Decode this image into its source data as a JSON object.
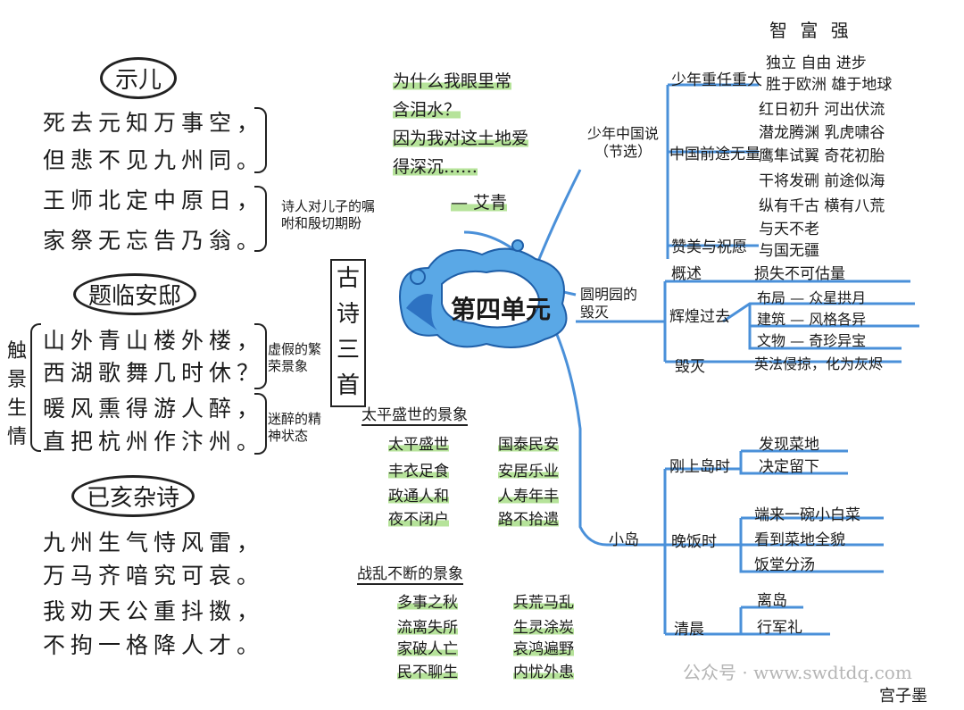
{
  "center": {
    "title": "第四单元",
    "vertical_label": "古诗三首"
  },
  "poem1": {
    "title": "示儿",
    "lines": [
      "死去元知万事空，",
      "但悲不见九州同。",
      "王师北定中原日，",
      "家祭无忘告乃翁。"
    ],
    "note": "诗人对儿子的嘱咐和殷切期盼"
  },
  "poem2": {
    "title": "题临安邸",
    "lines": [
      "山外青山楼外楼，",
      "西湖歌舞几时休？",
      "暖风熏得游人醉，",
      "直把杭州作汴州。"
    ],
    "side": "触景生情",
    "note1": "虚假的繁荣景象",
    "note2": "迷醉的精神状态"
  },
  "poem3": {
    "title": "已亥杂诗",
    "lines": [
      "九州生气恃风雷，",
      "万马齐喑究可哀。",
      "我劝天公重抖擞，",
      "不拘一格降人才。"
    ]
  },
  "quote": {
    "lines": [
      "为什么我眼里常",
      "含泪水？",
      "因为我对这土地爱",
      "得深沉……"
    ],
    "author": "— 艾青"
  },
  "peace": {
    "heading": "太平盛世的景象",
    "left": [
      "太平盛世",
      "丰衣足食",
      "政通人和",
      "夜不闭户"
    ],
    "right": [
      "国泰民安",
      "安居乐业",
      "人寿年丰",
      "路不拾遗"
    ]
  },
  "war": {
    "heading": "战乱不断的景象",
    "left": [
      "多事之秋",
      "流离失所",
      "家破人亡",
      "民不聊生"
    ],
    "right": [
      "兵荒马乱",
      "生灵涂炭",
      "哀鸿遍野",
      "内忧外患"
    ]
  },
  "shaonian": {
    "label": "少年中国说（节选）",
    "b1": "少年重任重大",
    "b1_items": [
      "智 富 强",
      "独立 自由 进步",
      "胜于欧洲 雄于地球"
    ],
    "b2": "中国前途无量",
    "b2_items": [
      "红日初升 河出伏流",
      "潜龙腾渊 乳虎啸谷",
      "鹰隼试翼 奇花初胎",
      "干将发硎 前途似海",
      "纵有千古 横有八荒"
    ],
    "b3": "赞美与祝愿",
    "b3_items": [
      "与天不老",
      "与国无疆"
    ]
  },
  "yuanmingyuan": {
    "label": "圆明园的毁灭",
    "overview": "概述",
    "overview_item": "损失不可估量",
    "glory": "辉煌过去",
    "glory_items": [
      "布局 — 众星拱月",
      "建筑 — 风格各异",
      "文物 — 奇珍异宝"
    ],
    "destroy": "毁灭",
    "destroy_item": "英法侵掠，化为灰烬"
  },
  "island": {
    "label": "小岛",
    "s1": "刚上岛时",
    "s1_items": [
      "发现菜地",
      "决定留下"
    ],
    "s2": "晚饭时",
    "s2_items": [
      "端来一碗小白菜",
      "看到菜地全貌",
      "饭堂分汤"
    ],
    "s3": "清晨",
    "s3_items": [
      "离岛",
      "行军礼"
    ]
  },
  "watermark": {
    "text": "公众号 · www.swdtdq.com",
    "author": "宫子墨"
  },
  "colors": {
    "line": "#4a90d9",
    "highlight": "#b6e39a",
    "cloud": "#5aa8e6"
  }
}
